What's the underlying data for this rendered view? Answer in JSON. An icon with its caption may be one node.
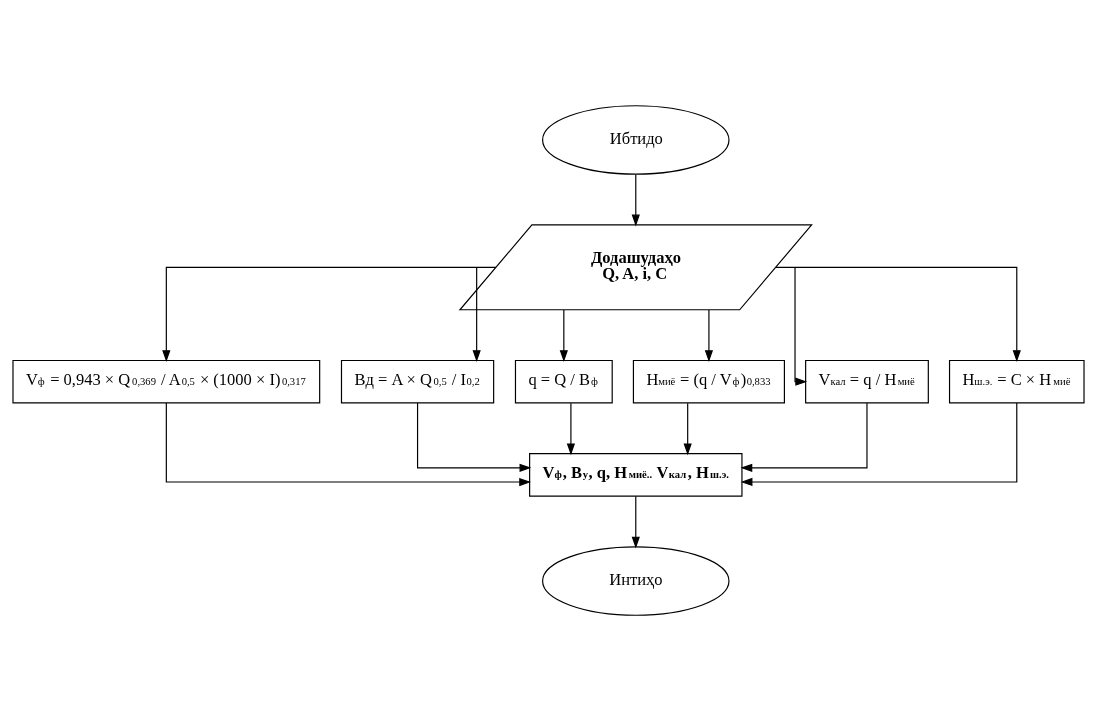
{
  "diagram": {
    "nodes": [
      {
        "text": [
          "Ибтидо"
        ]
      },
      {
        "text": [
          "Додашудаҳо",
          "Q, A, i, C"
        ]
      },
      {
        "text": [
          "V$_{ф}$ = 0,943 × Q$^{0,369}$ / A$^{0,5}$ × (1000 × I)$^{0,317}$"
        ]
      },
      {
        "text": [
          "Bд = A × Q$^{0,5}$ / I$^{0,2}$"
        ]
      },
      {
        "text": [
          "q = Q / B$_{ф}$"
        ]
      },
      {
        "text": [
          "H$_{миё}$ = (q / V$_{ф}$)$^{0,833}$"
        ]
      },
      {
        "text": [
          "V$_{кал}$ = q / H$_{миё}$"
        ]
      },
      {
        "text": [
          "H$_{ш.э.}$ = C × H$_{миё}$"
        ]
      },
      {
        "text": [
          "V$_{ф}$, B$_{у}$, q, H$_{миё..}$ V$_{кал}$, H$_{ш.э.}$"
        ]
      },
      {
        "text": [
          "Интиҳо"
        ]
      }
    ],
    "edges": [
      {
        "from": 0,
        "to": 1,
        "arrow": "to"
      },
      {
        "from": 1,
        "to": 2,
        "arrow": "to"
      },
      {
        "from": 1,
        "to": 3,
        "arrow": "to"
      },
      {
        "from": 1,
        "to": 4,
        "arrow": "to"
      },
      {
        "from": 1,
        "to": 5,
        "arrow": "to"
      },
      {
        "from": 1,
        "to": 6,
        "arrow": "to"
      },
      {
        "from": 1,
        "to": 7,
        "arrow": "to"
      },
      {
        "from": 2,
        "to": 8,
        "arrow": "to"
      },
      {
        "from": 3,
        "to": 8,
        "arrow": "to"
      },
      {
        "from": 4,
        "to": 8,
        "arrow": "to"
      },
      {
        "from": 5,
        "to": 8,
        "arrow": "to"
      },
      {
        "from": 6,
        "to": 8,
        "arrow": "to"
      },
      {
        "from": 7,
        "to": 8,
        "arrow": "to"
      },
      {
        "from": 8,
        "to": 9,
        "arrow": "to"
      }
    ]
  }
}
